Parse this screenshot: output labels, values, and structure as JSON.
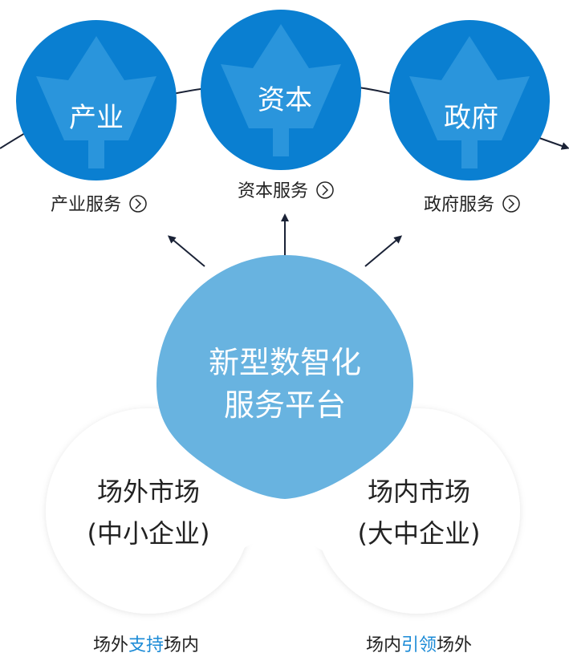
{
  "colors": {
    "top_circle": "#0a7fd1",
    "top_circle_icon": "#2a95dc",
    "platform": "#68b3e0",
    "market_fill": "#ffffff",
    "market_shadow": "#e6e6e6",
    "arrow": "#1a2236",
    "text_dark": "#222222",
    "accent_text": "#1a8ad6",
    "white_text": "#ffffff"
  },
  "top_nodes": [
    {
      "label": "产业",
      "link": "产业服务",
      "icon": "crown-icon",
      "link_icon": "chevron-right-icon"
    },
    {
      "label": "资本",
      "link": "资本服务",
      "icon": "crown-icon",
      "link_icon": "chevron-right-icon"
    },
    {
      "label": "政府",
      "link": "政府服务",
      "icon": "crown-icon",
      "link_icon": "chevron-right-icon"
    }
  ],
  "platform": {
    "line1": "新型数智化",
    "line2": "服务平台"
  },
  "markets": [
    {
      "line1": "场外市场",
      "line2": "(中小企业)"
    },
    {
      "line1": "场内市场",
      "line2": "(大中企业)"
    }
  ],
  "captions": [
    {
      "pre": "场外",
      "accent": "支持",
      "post": "场内"
    },
    {
      "pre": "场内",
      "accent": "引领",
      "post": "场外"
    }
  ]
}
